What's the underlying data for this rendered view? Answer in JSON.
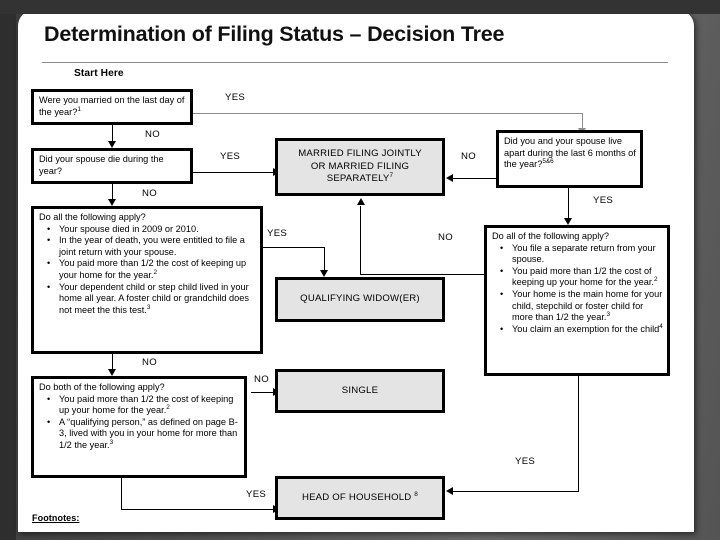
{
  "slide": {
    "title": "Determination of Filing Status – Decision Tree",
    "start_label": "Start Here",
    "footnotes_label": "Footnotes:"
  },
  "colors": {
    "background": "#4a4a4a",
    "card": "#ffffff",
    "box_border": "#000000",
    "box_fill": "#ffffff",
    "terminal_fill": "#e4e4e4",
    "connector": "#000000",
    "connector_gray": "#8d8d8d"
  },
  "nodes": {
    "q_married": {
      "question": "Were you married on the last day of the year?",
      "sup": "1"
    },
    "q_spouse_died": {
      "question": "Did your spouse die during the year?",
      "sup": ""
    },
    "q_all_apply_widow": {
      "question": "Do all the following apply?",
      "bullets": [
        {
          "text": "Your spouse died in 2009 or 2010.",
          "sup": ""
        },
        {
          "text": "In the year of death, you were entitled to file a joint return with your spouse.",
          "sup": ""
        },
        {
          "text": "You paid more than 1/2 the cost of keeping up your home for the year.",
          "sup": "2"
        },
        {
          "text": "Your dependent child or step child lived in your home all year. A foster child or grandchild does not meet the this test.",
          "sup": "3"
        }
      ]
    },
    "q_both_apply_hoh": {
      "question": "Do both of the following apply?",
      "bullets": [
        {
          "text": "You paid more than 1/2 the cost of keeping up your home for the year.",
          "sup": "2"
        },
        {
          "text": "A “qualifying person,” as defined on page B-3, lived with you in your home for more than 1/2 the year.",
          "sup": "3"
        }
      ]
    },
    "q_live_apart": {
      "question": "Did you and your spouse live apart during the last 6 months of the year?",
      "sup": "5&6"
    },
    "q_all_apply_separate": {
      "question": "Do all of the following apply?",
      "bullets": [
        {
          "text": "You file a separate return from your spouse.",
          "sup": ""
        },
        {
          "text": "You paid more than 1/2 the cost of keeping up your home for the year.",
          "sup": "2"
        },
        {
          "text": "Your home is the main home for your child, stepchild or foster child for more than 1/2 the year.",
          "sup": "3"
        },
        {
          "text": "You claim an exemption for the child",
          "sup": "4"
        }
      ]
    },
    "r_mfj_mfs": {
      "line1": "MARRIED FILING JOINTLY",
      "line2": "OR MARRIED FILING",
      "line3": "SEPARATELY",
      "sup": "7"
    },
    "r_qualifying_widow": {
      "text": "QUALIFYING WIDOW(ER)",
      "sup": ""
    },
    "r_single": {
      "text": "SINGLE",
      "sup": ""
    },
    "r_head_of_household": {
      "text": "HEAD OF HOUSEHOLD",
      "sup": "8"
    }
  },
  "edge_labels": {
    "married_yes": "YES",
    "married_no": "NO",
    "spouse_died_yes": "YES",
    "spouse_died_no": "NO",
    "widow_yes": "YES",
    "widow_no": "NO",
    "hoh_no": "NO",
    "hoh_yes": "YES",
    "live_apart_no": "NO",
    "live_apart_yes": "YES",
    "separate_no": "NO",
    "separate_yes": "YES"
  }
}
